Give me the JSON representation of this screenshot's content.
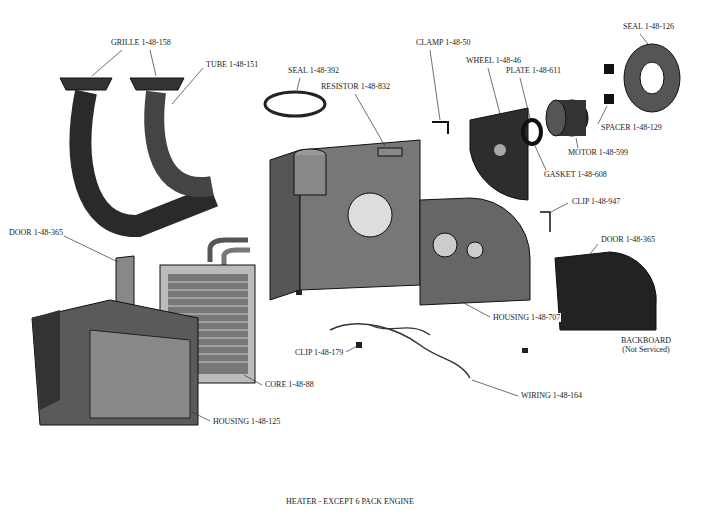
{
  "diagram": {
    "caption": "HEATER - EXCEPT 6 PACK ENGINE",
    "labels": [
      "GRILLE 1-48-158",
      "TUBE 1-48-151",
      "SEAL 1-48-392",
      "RESISTOR 1-48-832",
      "CLAMP 1-48-50",
      "WHEEL 1-48-46",
      "PLATE 1-48-611",
      "SEAL 1-48-126",
      "SPACER 1-48-129",
      "MOTOR 1-48-599",
      "GASKET 1-48-608",
      "CLIP 1-48-947",
      "DOOR 1-48-365",
      "DOOR 1-48-365",
      "HOUSING 1-48-707",
      "BACKBOARD (Not Serviced)",
      "CLIP 1-48-179",
      "CORE 1-48-88",
      "WIRING 1-48-164",
      "HOUSING 1-48-125"
    ]
  }
}
